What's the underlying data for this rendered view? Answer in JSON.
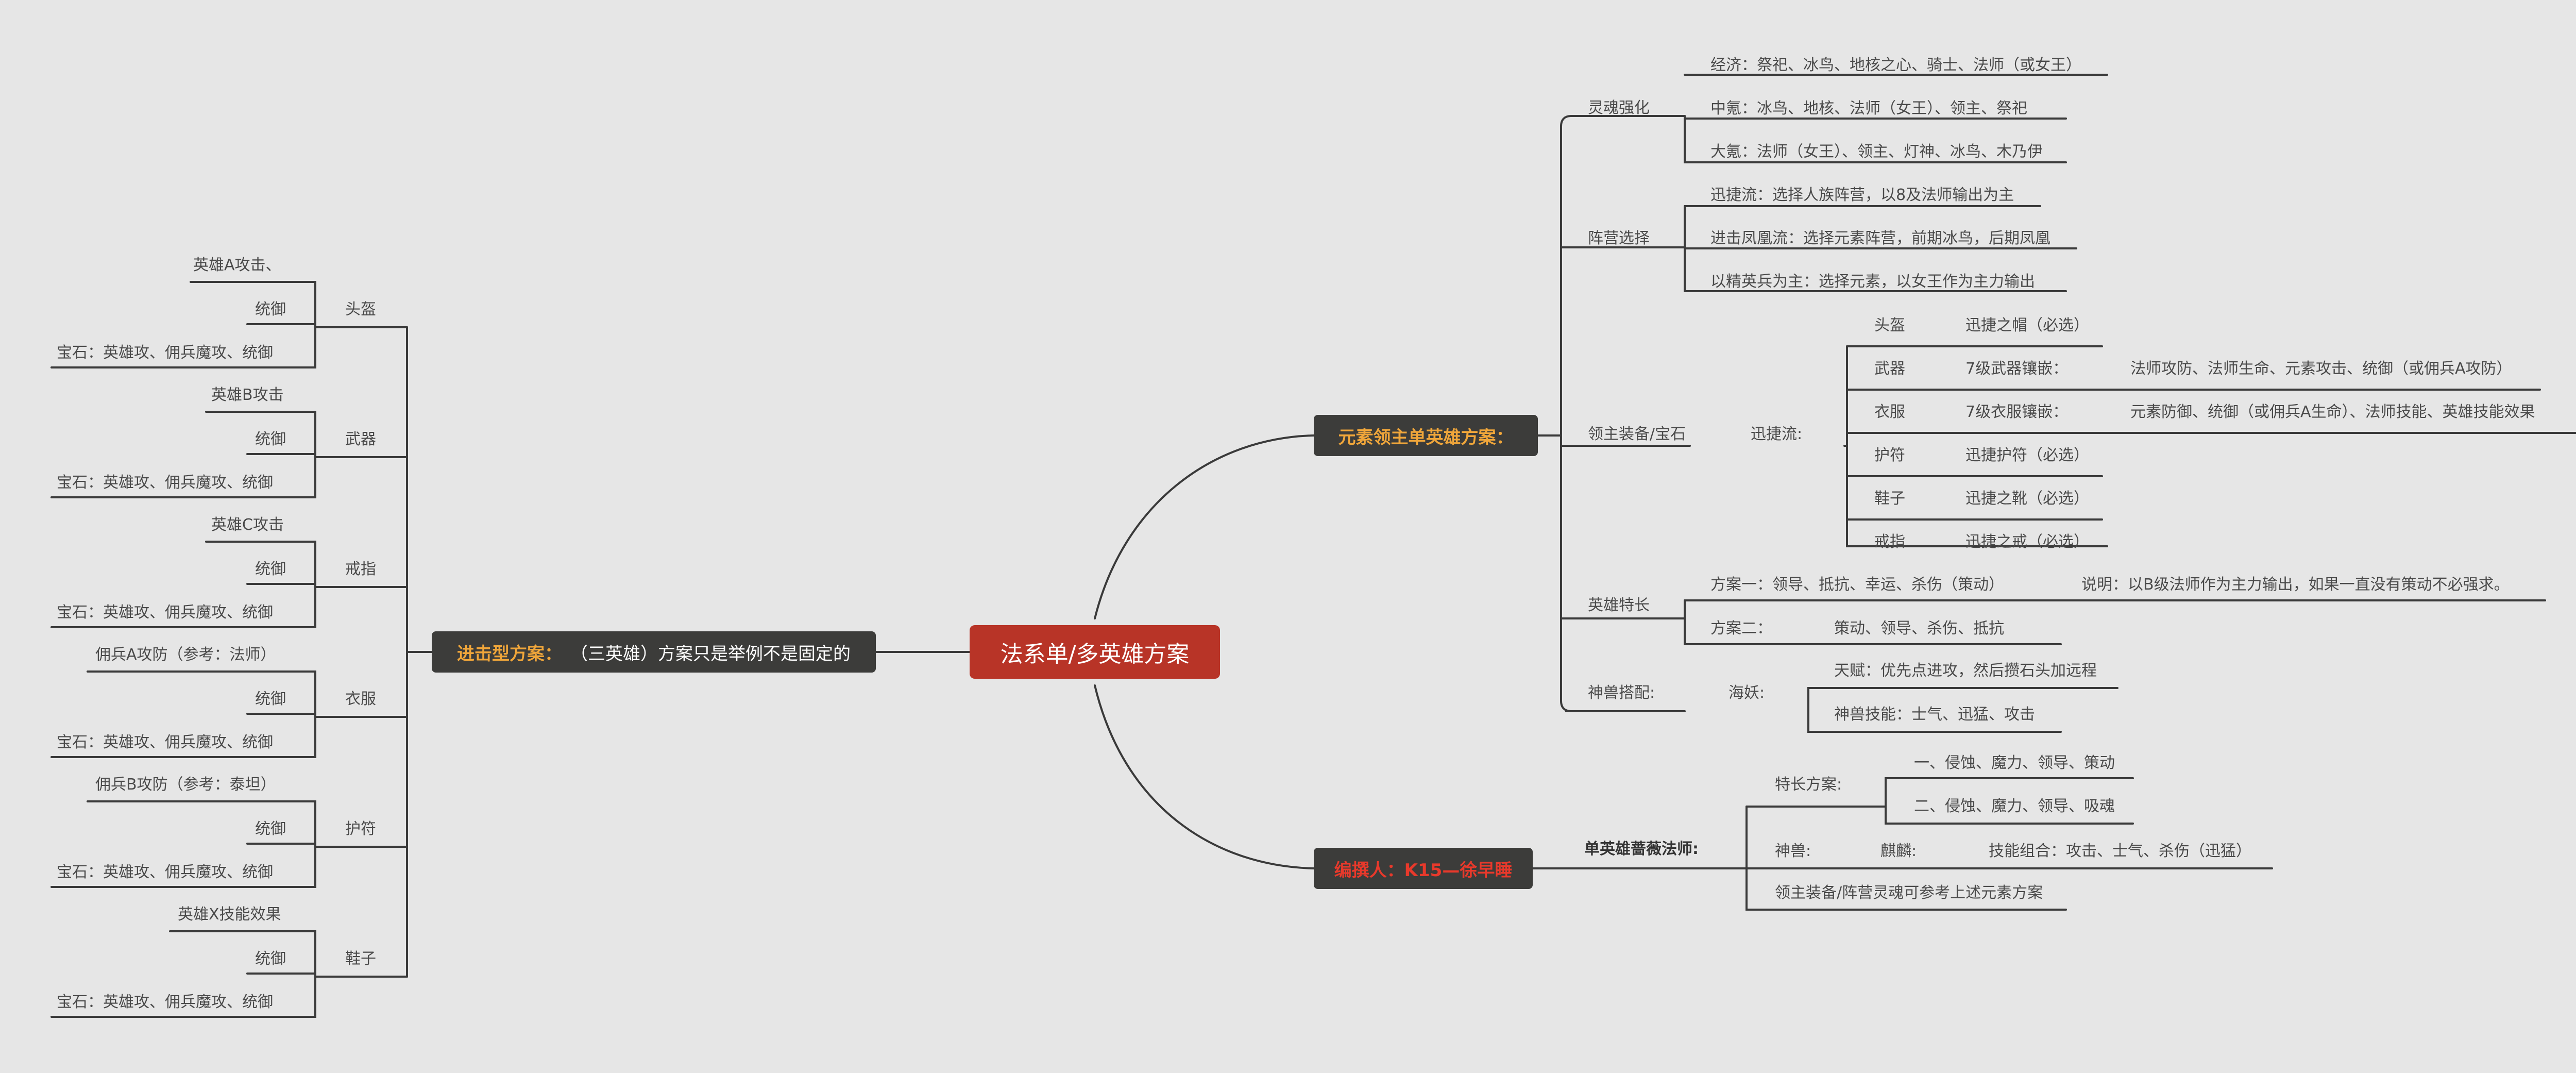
{
  "central": "法系单/多英雄方案",
  "left": {
    "title_highlight": "进击型方案：",
    "title_rest": "（三英雄）方案只是举例不是固定的",
    "groups": [
      {
        "label": "头盔",
        "items": [
          "英雄A攻击、",
          "统御",
          "宝石：英雄攻、佣兵魔攻、统御"
        ]
      },
      {
        "label": "武器",
        "items": [
          "英雄B攻击",
          "统御",
          "宝石：英雄攻、佣兵魔攻、统御"
        ]
      },
      {
        "label": "戒指",
        "items": [
          "英雄C攻击",
          "统御",
          "宝石：英雄攻、佣兵魔攻、统御"
        ]
      },
      {
        "label": "衣服",
        "items": [
          "佣兵A攻防（参考：法师）",
          "统御",
          "宝石：英雄攻、佣兵魔攻、统御"
        ]
      },
      {
        "label": "护符",
        "items": [
          "佣兵B攻防（参考：泰坦）",
          "统御",
          "宝石：英雄攻、佣兵魔攻、统御"
        ]
      },
      {
        "label": "鞋子",
        "items": [
          "英雄X技能效果",
          "统御",
          "宝石：英雄攻、佣兵魔攻、统御"
        ]
      }
    ]
  },
  "right_top": {
    "title": "元素领主单英雄方案：",
    "soul": {
      "label": "灵魂强化",
      "items": [
        "经济：祭祀、冰鸟、地核之心、骑士、法师（或女王）",
        "中氪：冰鸟、地核、法师（女王）、领主、祭祀",
        "大氪：法师（女王）、领主、灯神、冰鸟、木乃伊"
      ]
    },
    "camp": {
      "label": "阵营选择",
      "items": [
        "迅捷流：选择人族阵营，以8及法师输出为主",
        "进击凤凰流：选择元素阵营，前期冰鸟，后期凤凰",
        "以精英兵为主：选择元素，以女王作为主力输出"
      ]
    },
    "equip": {
      "label": "领主装备/宝石",
      "sub": "迅捷流:",
      "rows": [
        {
          "slot": "头盔",
          "item": "迅捷之帽（必选）",
          "detail": ""
        },
        {
          "slot": "武器",
          "item": "7级武器镶嵌：",
          "detail": "法师攻防、法师生命、元素攻击、统御（或佣兵A攻防）"
        },
        {
          "slot": "衣服",
          "item": "7级衣服镶嵌：",
          "detail": "元素防御、统御（或佣兵A生命）、法师技能、英雄技能效果"
        },
        {
          "slot": "护符",
          "item": "迅捷护符（必选）",
          "detail": ""
        },
        {
          "slot": "鞋子",
          "item": "迅捷之靴（必选）",
          "detail": ""
        },
        {
          "slot": "戒指",
          "item": "迅捷之戒（必选）",
          "detail": ""
        }
      ]
    },
    "special": {
      "label": "英雄特长",
      "plan1": "方案一：领导、抵抗、幸运、杀伤（策动）",
      "note": "说明：以B级法师作为主力输出，如果一直没有策动不必强求。",
      "plan2": "方案二：",
      "plan2_skills": "策动、领导、杀伤、抵抗"
    },
    "beast": {
      "label": "神兽搭配:",
      "sub": "海妖:",
      "items": [
        "天赋：优先点进攻，然后攒石头加远程",
        "神兽技能：士气、迅猛、攻击"
      ]
    }
  },
  "right_bottom": {
    "title_prefix": "编撰人：",
    "title_name": "K15—徐早睡",
    "mage": {
      "label": "单英雄蔷薇法师:",
      "special_label": "特长方案:",
      "special_items": [
        "一、侵蚀、魔力、领导、策动",
        "二、侵蚀、魔力、领导、吸魂"
      ],
      "beast_label": "神兽:",
      "beast_name": "麒麟:",
      "beast_skills": "技能组合：攻击、士气、杀伤（迅猛）",
      "equip_note": "领主装备/阵营灵魂可参考上述元素方案"
    }
  },
  "colors": {
    "background": "#e6e6e6",
    "center": "#b83427",
    "hub": "#3c3c3a",
    "accent": "#f0a63a",
    "red_text": "#e8392b",
    "line": "#3a3a3a"
  }
}
